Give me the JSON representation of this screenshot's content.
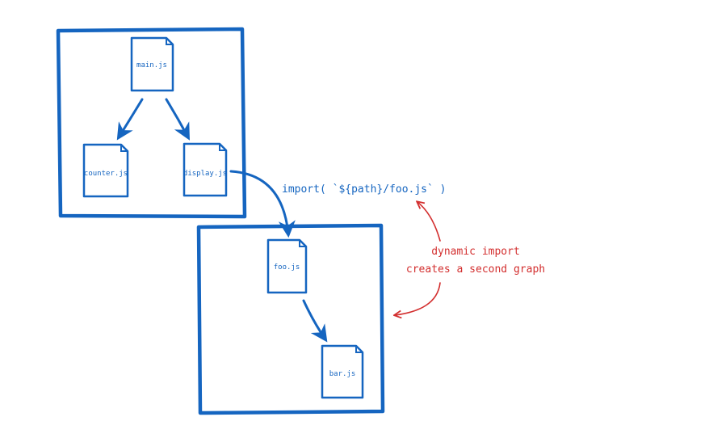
{
  "graph1": {
    "files": {
      "main": "main.js",
      "counter": "counter.js",
      "display": "display.js"
    }
  },
  "graph2": {
    "files": {
      "foo": "foo.js",
      "bar": "bar.js"
    }
  },
  "import_expression": "import( `${path}/foo.js` )",
  "annotation": {
    "line1": "dynamic import",
    "line2": "creates a second graph"
  },
  "colors": {
    "diagram_blue": "#1565c0",
    "annotation_red": "#d32f2f"
  }
}
